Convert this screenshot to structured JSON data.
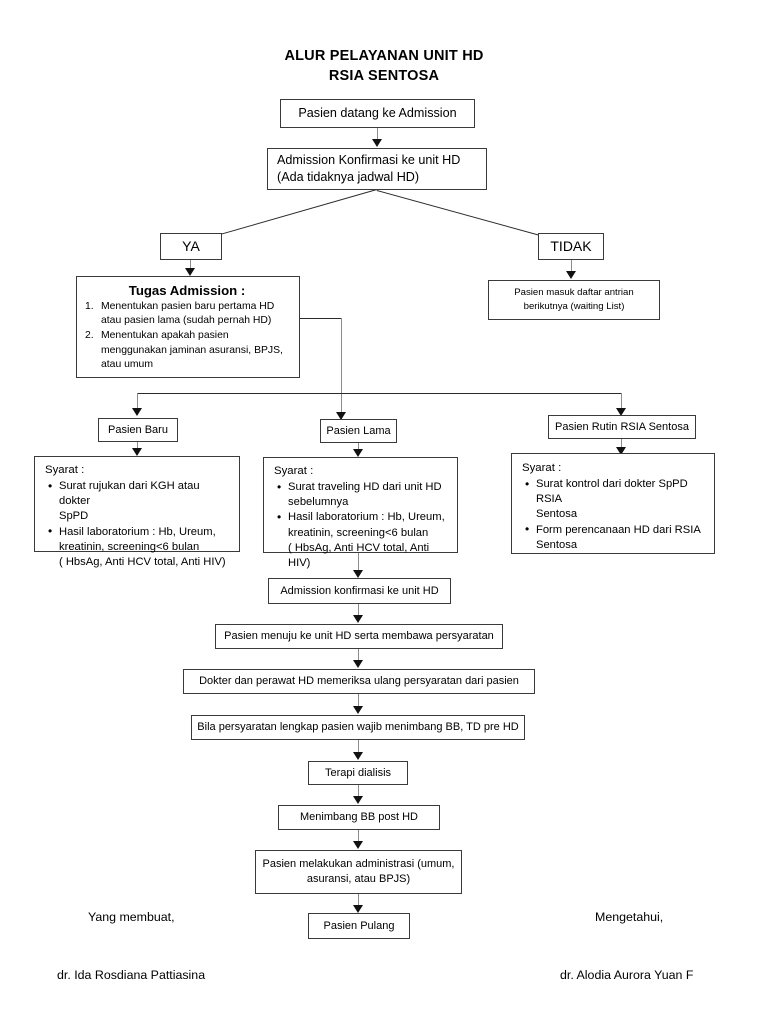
{
  "document": {
    "title_line1": "ALUR PELAYANAN UNIT HD",
    "title_line2": "RSIA SENTOSA"
  },
  "nodes": {
    "start": {
      "label": "Pasien datang ke Admission"
    },
    "konfirmasi": {
      "line1": "Admission Konfirmasi ke unit HD",
      "line2": "(Ada tidaknya jadwal HD)"
    },
    "ya": {
      "label": "YA"
    },
    "tidak": {
      "label": "TIDAK"
    },
    "waiting_list": {
      "line1": "Pasien masuk daftar antrian",
      "line2": "berikutnya (waiting List)"
    },
    "tugas_admission": {
      "heading": "Tugas Admission :",
      "items": [
        {
          "number": "1.",
          "line1": "Menentukan pasien baru pertama HD",
          "line2": "atau pasien lama (sudah pernah HD)"
        },
        {
          "number": "2.",
          "line1": "Menentukan apakah pasien",
          "line2": "menggunakan jaminan asuransi, BPJS,",
          "line3": "atau umum"
        }
      ]
    },
    "pasien_baru": {
      "label": "Pasien Baru"
    },
    "pasien_lama": {
      "label": "Pasien Lama"
    },
    "pasien_rutin": {
      "label": "Pasien Rutin RSIA Sentosa"
    },
    "syarat_baru": {
      "heading": "Syarat :",
      "bullets": [
        {
          "line1": "Surat rujukan dari KGH atau dokter",
          "line2": "SpPD"
        },
        {
          "line1": "Hasil laboratorium : Hb, Ureum,",
          "line2": "kreatinin, screening<6 bulan",
          "line3": "( HbsAg, Anti HCV total, Anti HIV)"
        }
      ]
    },
    "syarat_lama": {
      "heading": "Syarat :",
      "bullets": [
        {
          "line1": "Surat traveling HD dari unit HD",
          "line2": "sebelumnya"
        },
        {
          "line1": "Hasil laboratorium : Hb, Ureum,",
          "line2": "kreatinin, screening<6 bulan",
          "line3": "( HbsAg, Anti HCV total, Anti HIV)"
        }
      ]
    },
    "syarat_rutin": {
      "heading": "Syarat :",
      "bullets": [
        {
          "line1": "Surat kontrol dari dokter SpPD RSIA",
          "line2": "Sentosa"
        },
        {
          "line1": "Form perencanaan HD dari RSIA",
          "line2": "Sentosa"
        }
      ]
    },
    "konfirmasi2": {
      "label": "Admission konfirmasi ke unit HD"
    },
    "menuju_unit": {
      "label": "Pasien menuju ke unit HD serta membawa persyaratan"
    },
    "periksa_ulang": {
      "label": "Dokter dan perawat HD memeriksa ulang persyaratan dari pasien"
    },
    "timbang_pre": {
      "label": "Bila persyaratan lengkap pasien wajib menimbang BB, TD pre HD"
    },
    "terapi": {
      "label": "Terapi dialisis"
    },
    "timbang_post": {
      "label": "Menimbang BB post HD"
    },
    "administrasi": {
      "line1": "Pasien melakukan administrasi (umum,",
      "line2": "asuransi, atau BPJS)"
    },
    "pulang": {
      "label": "Pasien Pulang"
    }
  },
  "footer": {
    "left_role": "Yang membuat,",
    "left_name": "dr. Ida Rosdiana Pattiasina",
    "right_role": "Mengetahui,",
    "right_name": "dr. Alodia Aurora Yuan F"
  },
  "colors": {
    "background": "#ffffff",
    "text": "#000000",
    "border": "#3a3a3a",
    "connector": "#2a2a2a",
    "connector_light": "#8c8c8c"
  }
}
